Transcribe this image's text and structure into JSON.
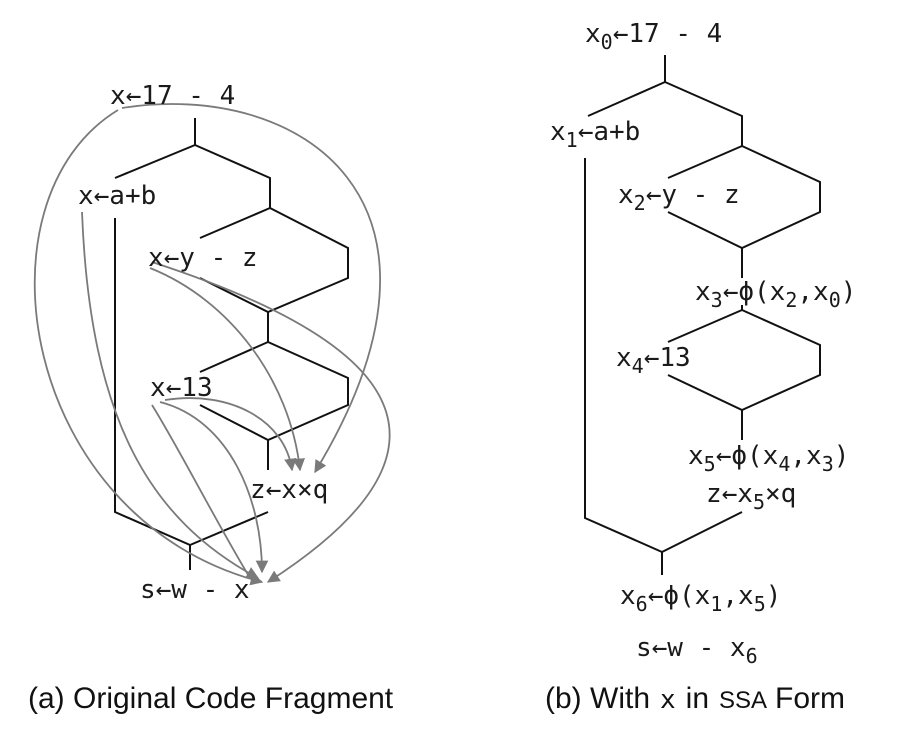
{
  "colors": {
    "control_flow": "#111111",
    "def_use": "#7a7a7a",
    "text": "#1a1a1a"
  },
  "panel_a": {
    "stmt_x_17": "x←17 - 4",
    "stmt_x_ab": "x←a+b",
    "stmt_x_yz": "x←y - z",
    "stmt_x_13": "x←13",
    "stmt_z": "z←x×q",
    "stmt_s": "s←w - x",
    "caption": "(a) Original Code Fragment"
  },
  "panel_b": {
    "x0": {
      "var": "x",
      "sub": "0",
      "rhs": "←17 - 4"
    },
    "x1": {
      "var": "x",
      "sub": "1",
      "rhs": "←a+b"
    },
    "x2": {
      "var": "x",
      "sub": "2",
      "rhs": "←y - z"
    },
    "x3": {
      "var": "x",
      "sub": "3",
      "rhs_pre": "←ϕ(x",
      "a1": "2",
      "mid": ",x",
      "a2": "0",
      "close": ")"
    },
    "x4": {
      "var": "x",
      "sub": "4",
      "rhs": "←13"
    },
    "x5": {
      "var": "x",
      "sub": "5",
      "rhs_pre": "←ϕ(x",
      "a1": "4",
      "mid": ",x",
      "a2": "3",
      "close": ")"
    },
    "z": {
      "pre": "z←x",
      "sub": "5",
      "post": "×q"
    },
    "x6": {
      "var": "x",
      "sub": "6",
      "rhs_pre": "←ϕ(x",
      "a1": "1",
      "mid": ",x",
      "a2": "5",
      "close": ")"
    },
    "s": {
      "pre": "s←w - x",
      "sub": "6"
    },
    "caption": {
      "prefix": "(b) With",
      "var": "x",
      "in": "in",
      "ssa": "SSA",
      "form": "Form"
    }
  }
}
